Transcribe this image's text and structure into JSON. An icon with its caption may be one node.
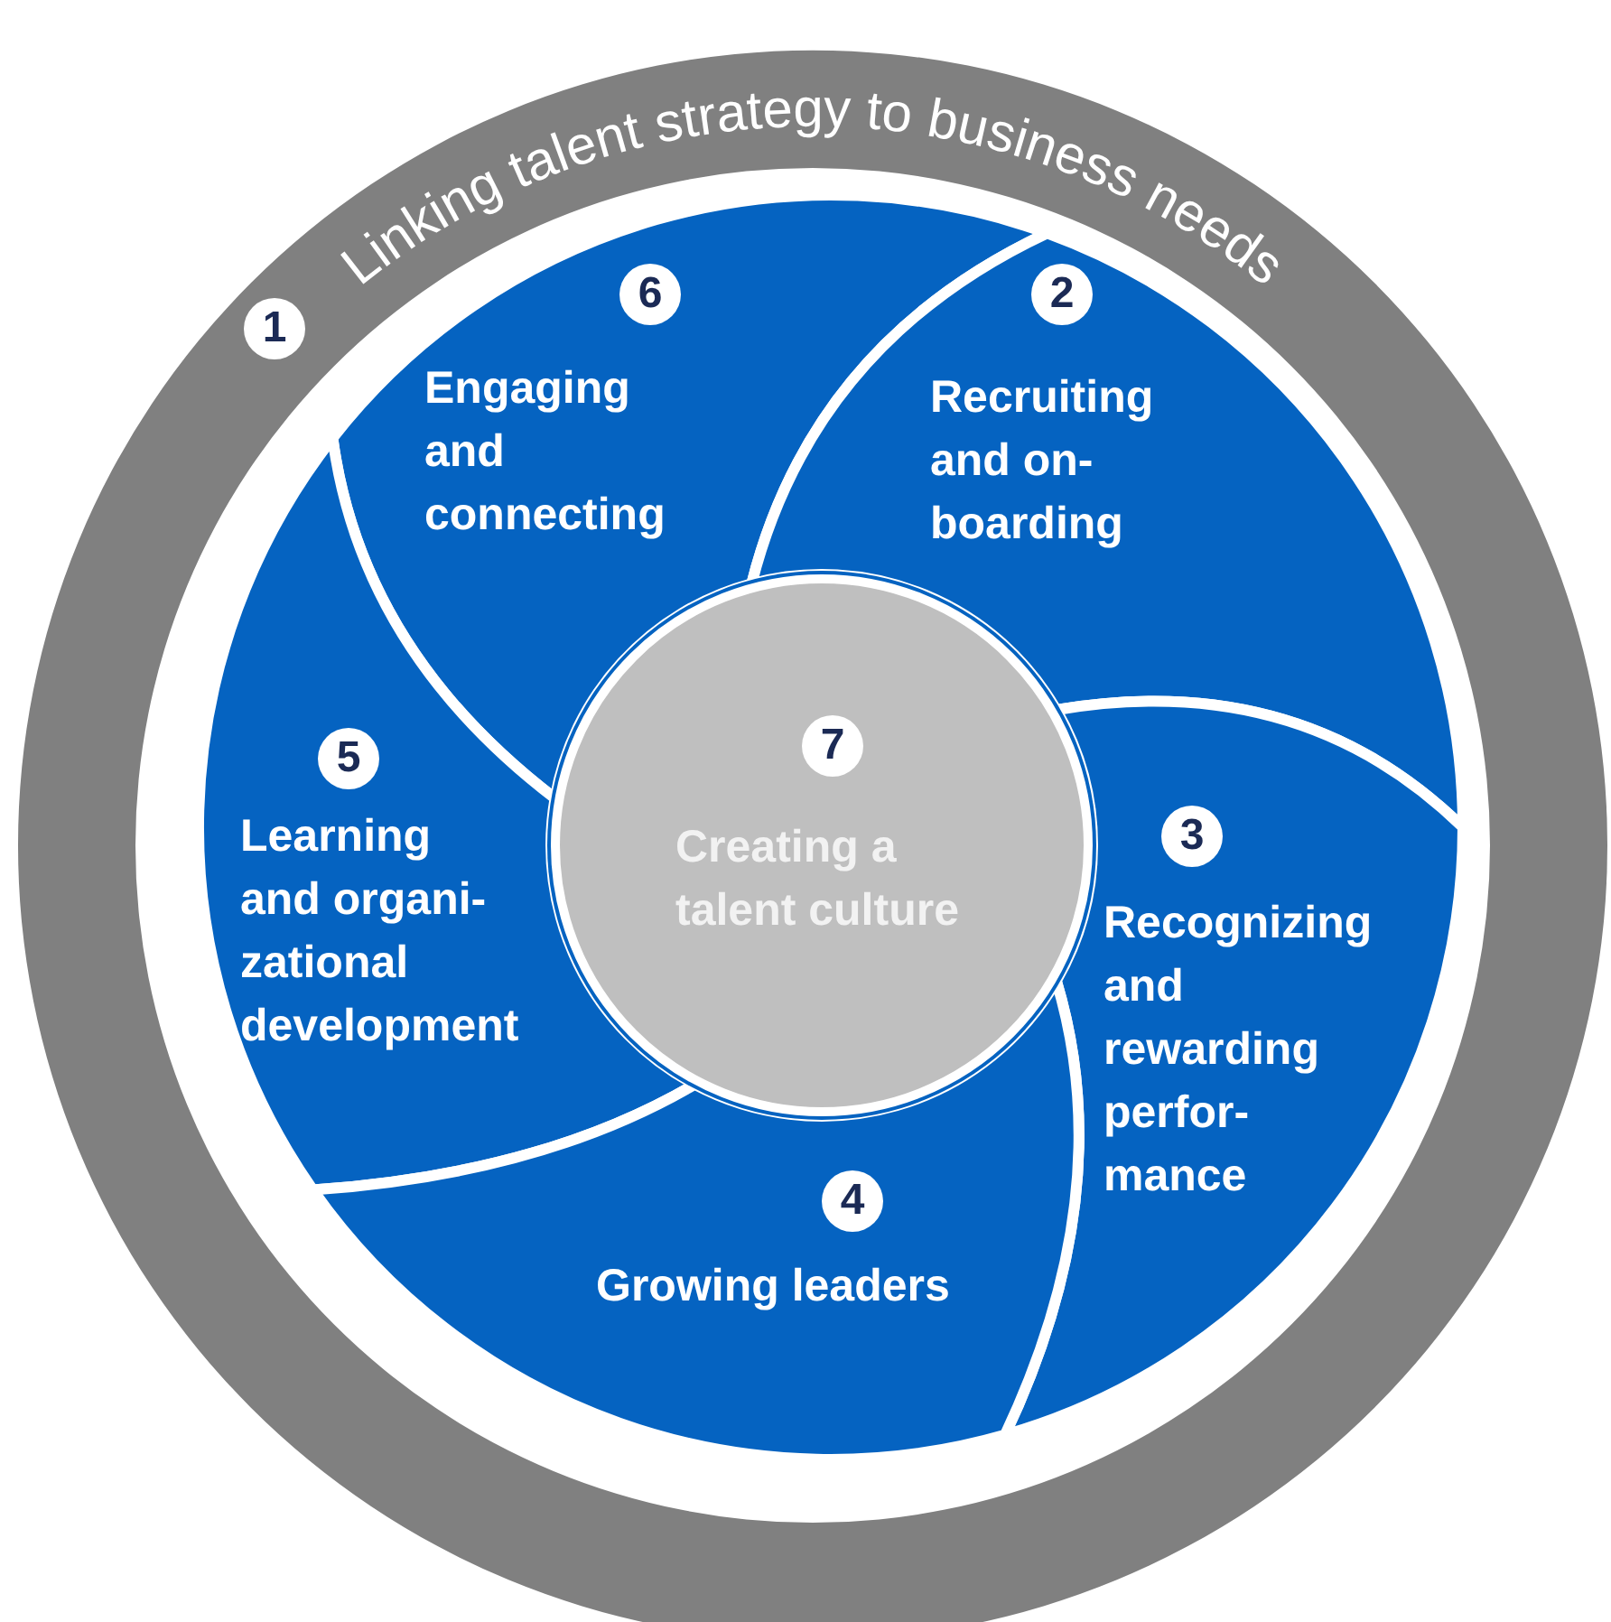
{
  "diagram": {
    "nodes": [
      {
        "text": [
          "1",
          "Linking talent strategy to business needs"
        ]
      },
      {
        "text": [
          "6",
          "Engaging and connecting"
        ],
        "in": 0
      },
      {
        "text": [
          "2",
          "Recruiting and on- boarding"
        ],
        "in": 0
      },
      {
        "text": [
          "5",
          "Learning and organi- zational development"
        ],
        "in": 0
      },
      {
        "text": [
          "7",
          "Creating a talent culture"
        ],
        "in": 0
      },
      {
        "text": [
          "3",
          "Recognizing and rewarding perfor- mance"
        ],
        "in": 0
      },
      {
        "text": [
          "4",
          "Growing leaders"
        ],
        "in": 0
      }
    ]
  }
}
